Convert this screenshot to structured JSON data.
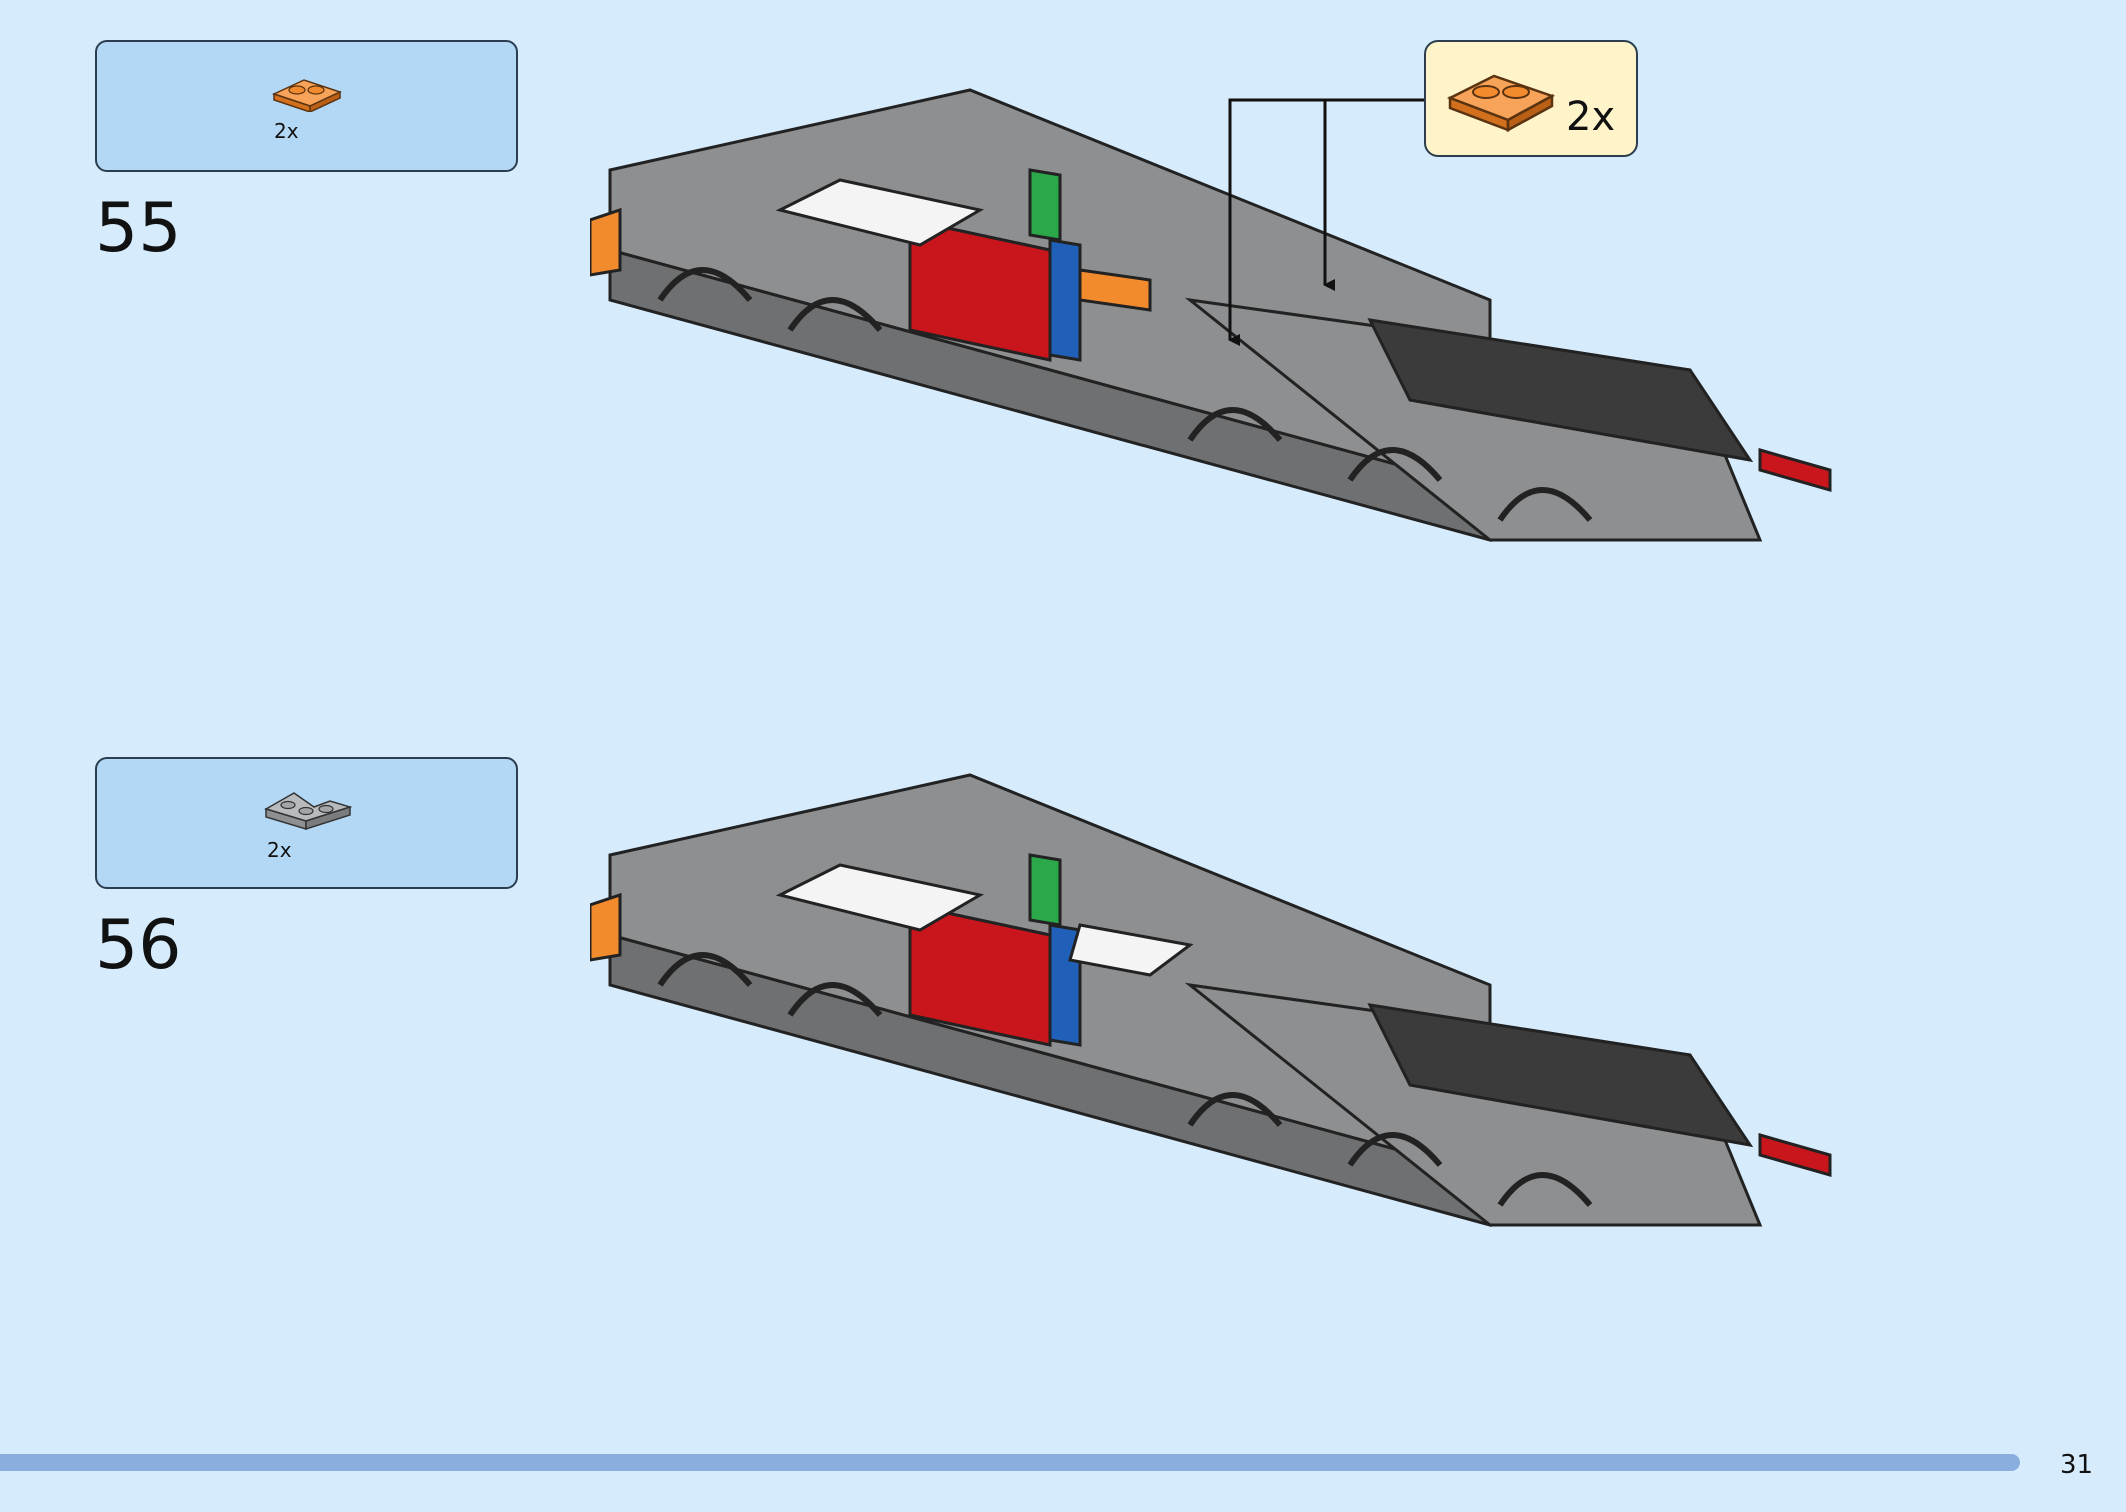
{
  "page": {
    "number": "31",
    "progress_percent": 95
  },
  "steps": [
    {
      "number": "55",
      "parts": [
        {
          "qty": "2x",
          "part": "orange-plate-1x2-icon",
          "color": "#f28a2e"
        }
      ],
      "callout": {
        "qty": "2x",
        "part": "orange-plate-1x2-icon",
        "color": "#f28a2e"
      }
    },
    {
      "number": "56",
      "parts": [
        {
          "qty": "2x",
          "part": "gray-corner-plate-icon",
          "color": "#a3a6a8"
        }
      ]
    }
  ],
  "colors": {
    "background": "#d6ecfd",
    "parts_box": "#b3d8f6",
    "callout_box": "#fff4c9",
    "progress": "#8aaedd",
    "brick_dark": "#3b3b3b",
    "brick_gray": "#8d8f91",
    "brick_red": "#c8161c",
    "brick_white": "#f4f4f4",
    "brick_orange": "#f28a2e",
    "brick_blue": "#2060b8",
    "brick_green": "#2aa84a"
  }
}
